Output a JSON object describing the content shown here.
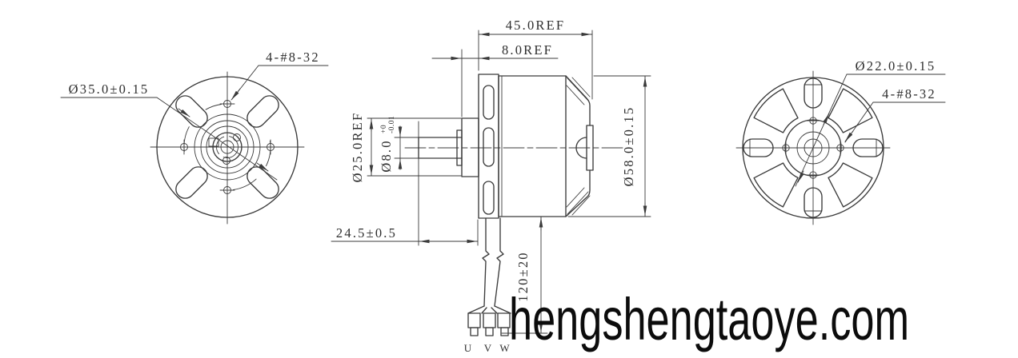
{
  "drawing": {
    "watermark": "hengshengtaoye.com",
    "colors": {
      "line": "#3b3b3b",
      "text": "#2e2e2e",
      "background": "#ffffff",
      "watermark": "#0c0c0c"
    },
    "front_view": {
      "diameter_label": "Ø35.0±0.15",
      "screw_label": "4-#8-32"
    },
    "side_view": {
      "overall_length": "45.0REF",
      "mount_depth": "8.0REF",
      "collar_diameter": "Ø25.0REF",
      "shaft_diameter": "Ø8.0",
      "shaft_tol_plus": "+0",
      "shaft_tol_minus": "-0.01",
      "body_diameter": "Ø58.0±0.15",
      "shaft_length": "24.5±0.5",
      "wire_length": "120±20",
      "wire_labels": [
        "U",
        "V",
        "W"
      ]
    },
    "rear_view": {
      "diameter_label": "Ø22.0±0.15",
      "screw_label": "4-#8-32"
    }
  }
}
